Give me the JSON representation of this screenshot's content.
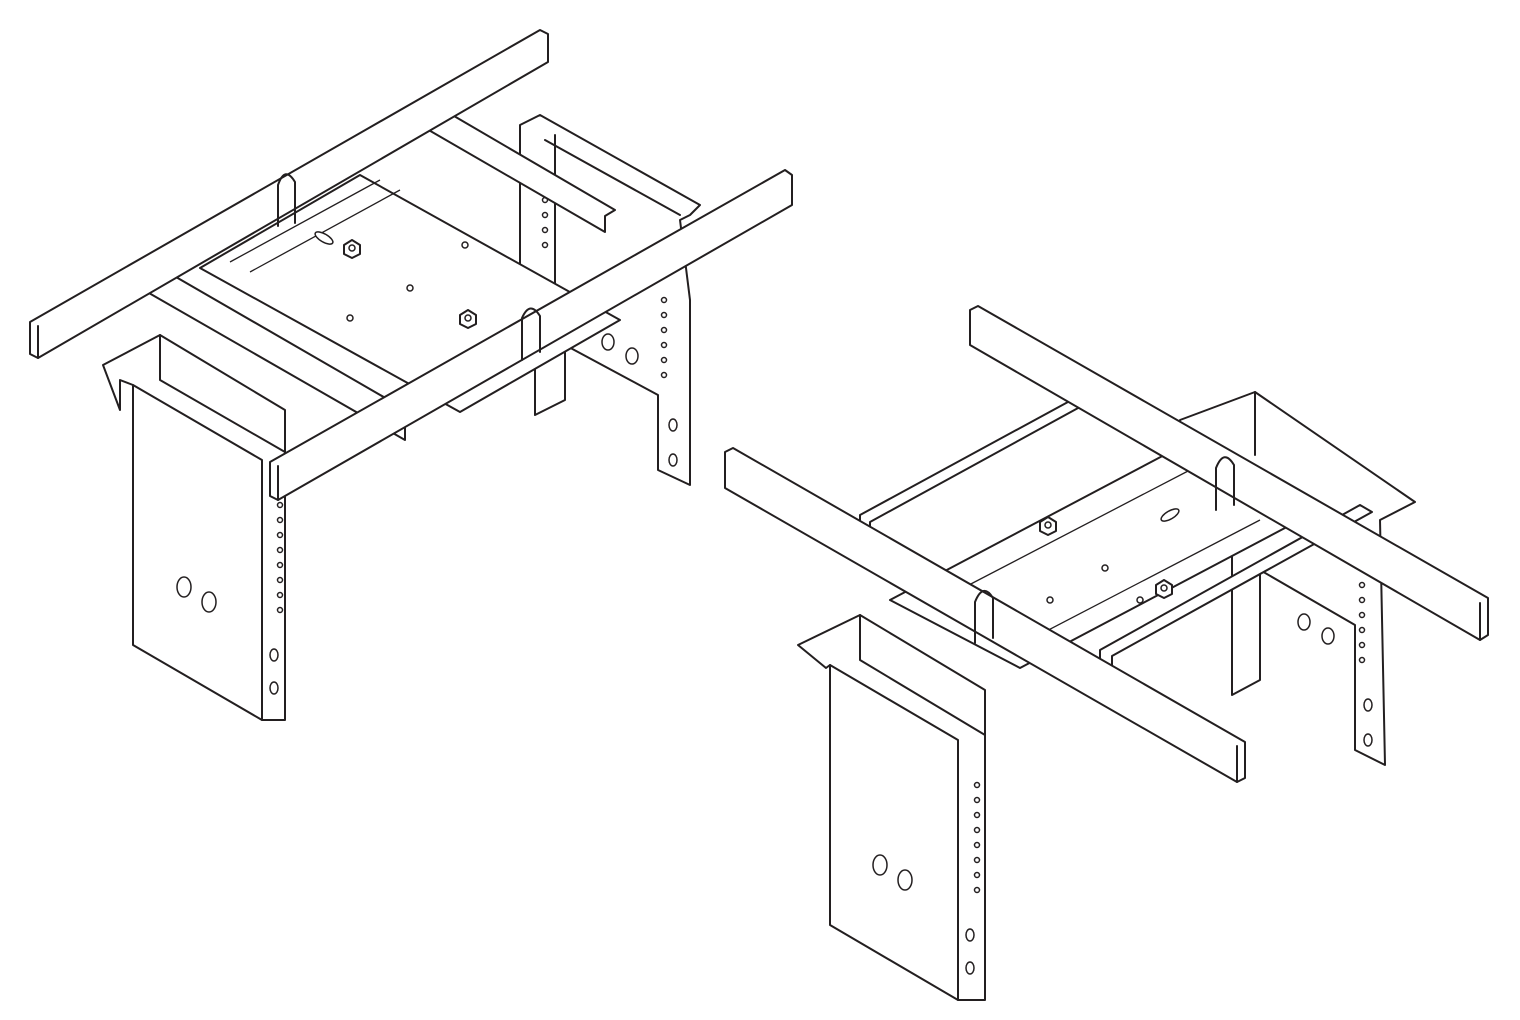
{
  "diagram": {
    "style": "isometric line drawing",
    "colors": {
      "stroke": "#231f20",
      "background": "#ffffff"
    },
    "assemblies": [
      {
        "id": "left",
        "parts": [
          "ladder-rail",
          "ladder-rail",
          "rung",
          "rung",
          "j-bolt",
          "j-bolt",
          "splice-plate",
          "hex-nut",
          "hex-nut",
          "support-bracket",
          "support-bracket"
        ]
      },
      {
        "id": "right",
        "parts": [
          "ladder-rail",
          "ladder-rail",
          "rung",
          "rung",
          "j-bolt",
          "j-bolt",
          "splice-plate",
          "hex-nut",
          "hex-nut",
          "support-bracket",
          "support-bracket"
        ]
      }
    ]
  }
}
